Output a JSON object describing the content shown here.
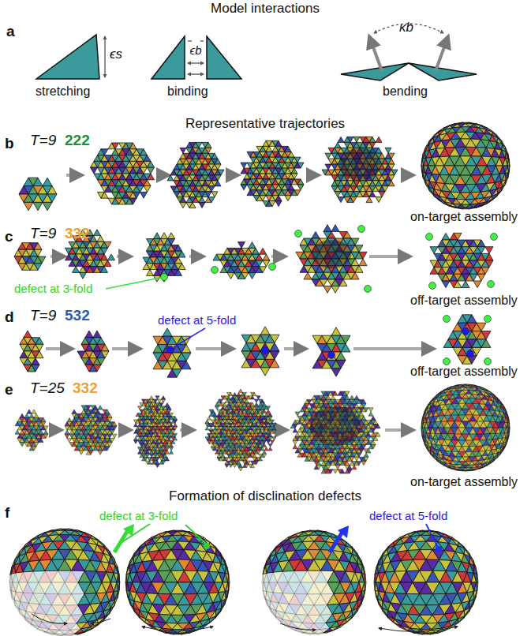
{
  "diagram": {
    "labels": [
      "Model interactions",
      "a",
      "ϵs",
      "stretching",
      "ϵb",
      "binding",
      "κb",
      "bending",
      "Representative trajectories",
      "b",
      "T=9",
      "222",
      "on-target assembly",
      "c",
      "T=9",
      "332",
      "defect at 3-fold",
      "off-target assembly",
      "d",
      "T=9",
      "532",
      "defect at 5-fold",
      "off-target assembly",
      "e",
      "T=25",
      "332",
      "on-target assembly",
      "Formation of disclination defects",
      "f",
      "defect at 3-fold",
      "defect at 5-fold"
    ]
  }
}
